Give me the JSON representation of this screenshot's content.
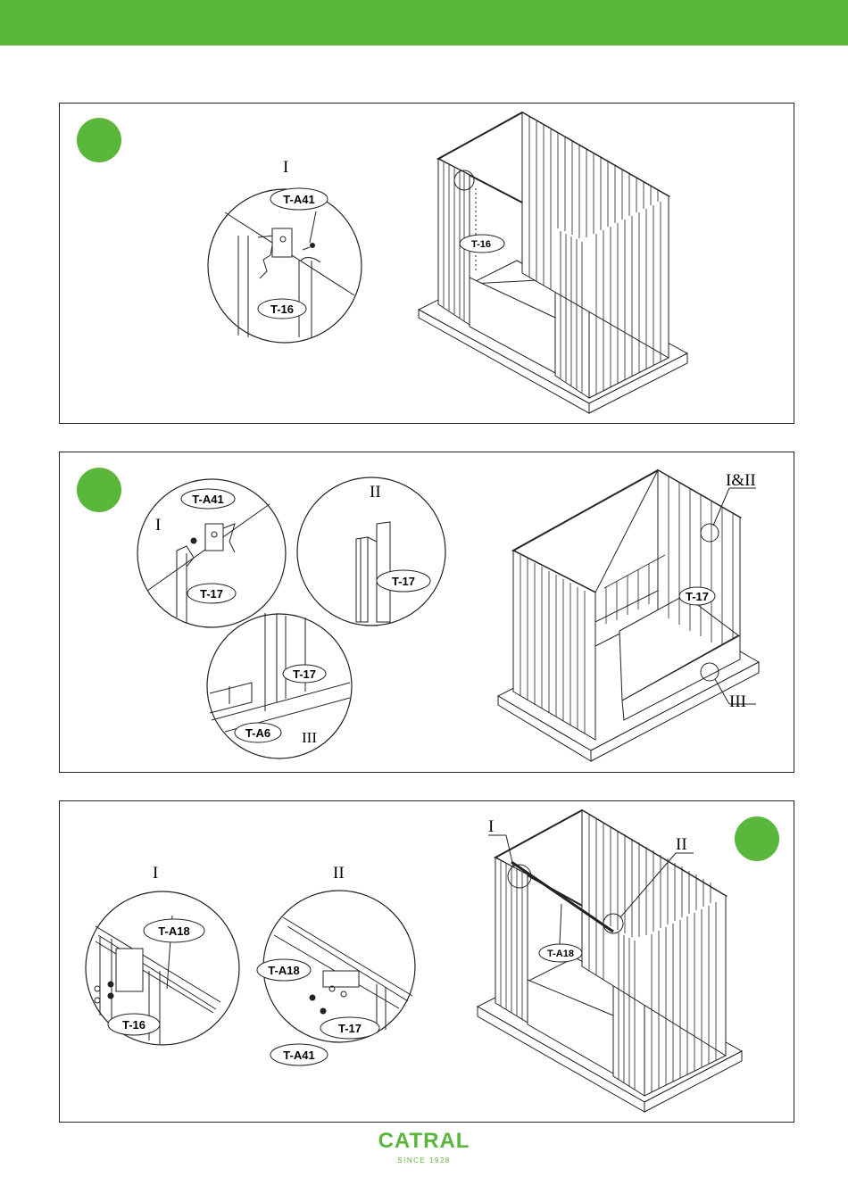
{
  "colors": {
    "brand_green": "#5bb63c",
    "line": "#222222",
    "step_marker": "#5bb63c"
  },
  "panel1": {
    "detail_label": "I",
    "callout_a41": "T-A41",
    "callout_16_detail": "T-16",
    "callout_16_main": "T-16"
  },
  "panel2": {
    "detail1_label": "I",
    "detail2_label": "II",
    "detail3_label": "III",
    "callout_a41": "T-A41",
    "callout_17_d1": "T-17",
    "callout_17_d2": "T-17",
    "callout_17_d3": "T-17",
    "callout_a6": "T-A6",
    "main_label_top": "I&II",
    "main_label_bottom": "III",
    "callout_17_main": "T-17"
  },
  "panel3": {
    "detail1_label": "I",
    "detail2_label": "II",
    "main_label1": "I",
    "main_label2": "II",
    "callout_a18_d1": "T-A18",
    "callout_16": "T-16",
    "callout_a18_d2": "T-A18",
    "callout_17": "T-17",
    "callout_a41": "T-A41",
    "callout_a18_main": "T-A18"
  },
  "footer": {
    "brand_name": "CATRAL",
    "tagline": "SINCE 1928"
  }
}
